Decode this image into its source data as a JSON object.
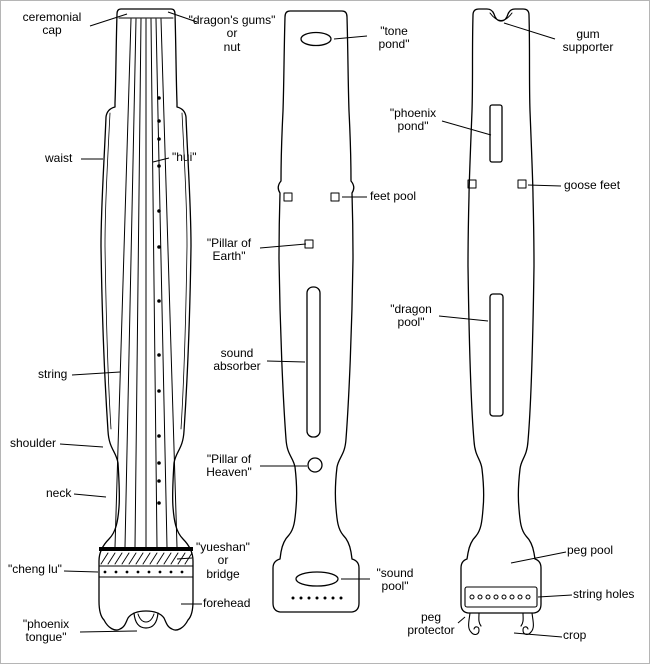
{
  "diagram": {
    "subject": "guqin parts diagram",
    "background_color": "#ffffff",
    "line_color": "#000000"
  },
  "labels": {
    "ceremonial_cap": "ceremonial\ncap",
    "dragons_gums": "\"dragon's gums\"\nor\nnut",
    "tone_pond": "\"tone\npond\"",
    "gum_supporter": "gum\nsupporter",
    "phoenix_pond": "\"phoenix\npond\"",
    "waist": "waist",
    "hui": "\"hui\"",
    "feet_pool": "feet pool",
    "goose_feet": "goose feet",
    "pillar_of_earth": "\"Pillar of\nEarth\"",
    "dragon_pool": "\"dragon\npool\"",
    "sound_absorber": "sound\nabsorber",
    "string": "string",
    "pillar_of_heaven": "\"Pillar of\nHeaven\"",
    "shoulder": "shoulder",
    "neck": "neck",
    "cheng_lu": "\"cheng lu\"",
    "yueshan": "\"yueshan\"\nor\nbridge",
    "sound_pool": "\"sound\npool\"",
    "peg_pool": "peg pool",
    "forehead": "forehead",
    "string_holes": "string holes",
    "phoenix_tongue": "\"phoenix\ntongue\"",
    "peg_protector": "peg\nprotector",
    "crop": "crop"
  }
}
